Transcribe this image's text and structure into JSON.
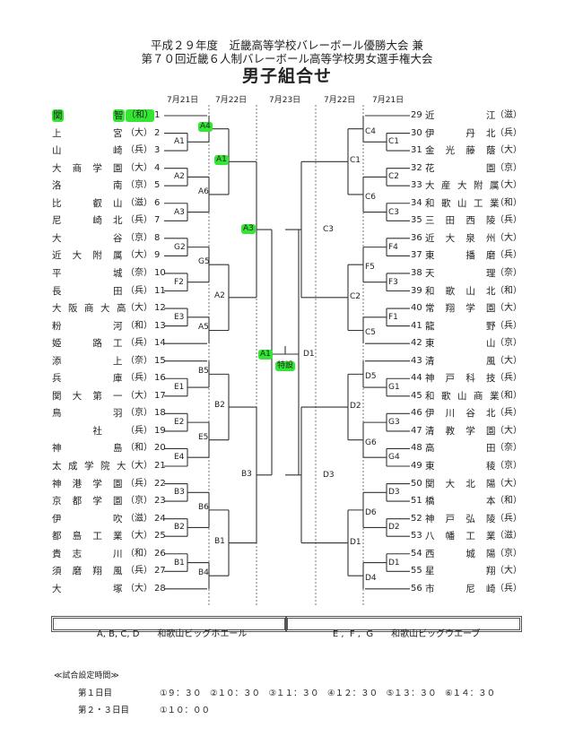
{
  "header": {
    "line1": "平成２９年度　近畿高等学校バレーボール優勝大会 兼",
    "line2": "第７０回近畿６人制バレーボール高等学校男女選手権大会",
    "title": "男子組合せ"
  },
  "day_labels": {
    "left_r1": "7月21日",
    "left_r2": "7月22日",
    "center": "7月23日",
    "right_r2": "7月22日",
    "right_r1": "7月21日"
  },
  "left_teams": [
    {
      "num": "1",
      "chars": [
        "関",
        "",
        "",
        "智"
      ],
      "pref": "(和)",
      "highlight": true
    },
    {
      "num": "2",
      "chars": [
        "上",
        "",
        "",
        "宮"
      ],
      "pref": "(大)"
    },
    {
      "num": "3",
      "chars": [
        "山",
        "",
        "",
        "崎"
      ],
      "pref": "(兵)"
    },
    {
      "num": "4",
      "chars": [
        "大",
        "商",
        "学",
        "園"
      ],
      "pref": "(大)"
    },
    {
      "num": "5",
      "chars": [
        "洛",
        "",
        "",
        "南"
      ],
      "pref": "(京)"
    },
    {
      "num": "6",
      "chars": [
        "比",
        "",
        "叡",
        "山"
      ],
      "pref": "(滋)"
    },
    {
      "num": "7",
      "chars": [
        "尼",
        "",
        "崎",
        "北"
      ],
      "pref": "(兵)"
    },
    {
      "num": "8",
      "chars": [
        "大",
        "",
        "",
        "谷"
      ],
      "pref": "(京)"
    },
    {
      "num": "9",
      "chars": [
        "近",
        "大",
        "附",
        "属"
      ],
      "pref": "(大)"
    },
    {
      "num": "10",
      "chars": [
        "平",
        "",
        "",
        "城"
      ],
      "pref": "(奈)"
    },
    {
      "num": "11",
      "chars": [
        "長",
        "",
        "",
        "田"
      ],
      "pref": "(兵)"
    },
    {
      "num": "12",
      "chars": [
        "大",
        "阪",
        "商",
        "大",
        "高"
      ],
      "pref": "(大)"
    },
    {
      "num": "13",
      "chars": [
        "粉",
        "",
        "",
        "河"
      ],
      "pref": "(和)"
    },
    {
      "num": "14",
      "chars": [
        "姫",
        "",
        "路",
        "工"
      ],
      "pref": "(兵)"
    },
    {
      "num": "15",
      "chars": [
        "添",
        "",
        "",
        "上"
      ],
      "pref": "(奈)"
    },
    {
      "num": "16",
      "chars": [
        "兵",
        "",
        "",
        "庫"
      ],
      "pref": "(兵)"
    },
    {
      "num": "17",
      "chars": [
        "関",
        "大",
        "第",
        "一"
      ],
      "pref": "(大)"
    },
    {
      "num": "18",
      "chars": [
        "鳥",
        "",
        "",
        "羽"
      ],
      "pref": "(京)"
    },
    {
      "num": "19",
      "chars": [
        "",
        "",
        "社",
        ""
      ],
      "pref": "(兵)"
    },
    {
      "num": "20",
      "chars": [
        "神",
        "",
        "",
        "島"
      ],
      "pref": "(和)"
    },
    {
      "num": "21",
      "chars": [
        "太",
        "成",
        "学",
        "院",
        "大"
      ],
      "pref": "(大)"
    },
    {
      "num": "22",
      "chars": [
        "神",
        "港",
        "学",
        "園"
      ],
      "pref": "(兵)"
    },
    {
      "num": "23",
      "chars": [
        "京",
        "都",
        "学",
        "園"
      ],
      "pref": "(京)"
    },
    {
      "num": "24",
      "chars": [
        "伊",
        "",
        "",
        "吹"
      ],
      "pref": "(滋)"
    },
    {
      "num": "25",
      "chars": [
        "都",
        "島",
        "工",
        "業"
      ],
      "pref": "(大)"
    },
    {
      "num": "26",
      "chars": [
        "貴",
        "志",
        "",
        "川"
      ],
      "pref": "(和)"
    },
    {
      "num": "27",
      "chars": [
        "須",
        "磨",
        "翔",
        "風"
      ],
      "pref": "(兵)"
    },
    {
      "num": "28",
      "chars": [
        "大",
        "",
        "",
        "塚"
      ],
      "pref": "(大)"
    }
  ],
  "right_teams": [
    {
      "num": "29",
      "chars": [
        "近",
        "",
        "",
        "江"
      ],
      "pref": "(滋)"
    },
    {
      "num": "30",
      "chars": [
        "伊",
        "",
        "丹",
        "北"
      ],
      "pref": "(兵)"
    },
    {
      "num": "31",
      "chars": [
        "金",
        "光",
        "藤",
        "蔭"
      ],
      "pref": "(大)"
    },
    {
      "num": "32",
      "chars": [
        "花",
        "",
        "",
        "園"
      ],
      "pref": "(京)"
    },
    {
      "num": "33",
      "chars": [
        "大",
        "産",
        "大",
        "附",
        "属"
      ],
      "pref": "(大)"
    },
    {
      "num": "34",
      "chars": [
        "和",
        "歌",
        "山",
        "工",
        "業"
      ],
      "pref": "(和)"
    },
    {
      "num": "35",
      "chars": [
        "三",
        "田",
        "西",
        "陵"
      ],
      "pref": "(兵)"
    },
    {
      "num": "36",
      "chars": [
        "近",
        "大",
        "泉",
        "州"
      ],
      "pref": "(大)"
    },
    {
      "num": "37",
      "chars": [
        "東",
        "",
        "播",
        "磨"
      ],
      "pref": "(兵)"
    },
    {
      "num": "38",
      "chars": [
        "天",
        "",
        "",
        "理"
      ],
      "pref": "(奈)"
    },
    {
      "num": "39",
      "chars": [
        "和",
        "歌",
        "山",
        "北"
      ],
      "pref": "(和)"
    },
    {
      "num": "40",
      "chars": [
        "常",
        "翔",
        "学",
        "園"
      ],
      "pref": "(大)"
    },
    {
      "num": "41",
      "chars": [
        "龍",
        "",
        "",
        "野"
      ],
      "pref": "(兵)"
    },
    {
      "num": "42",
      "chars": [
        "東",
        "",
        "",
        "山"
      ],
      "pref": "(京)"
    },
    {
      "num": "43",
      "chars": [
        "清",
        "",
        "",
        "風"
      ],
      "pref": "(大)"
    },
    {
      "num": "44",
      "chars": [
        "神",
        "戸",
        "科",
        "技"
      ],
      "pref": "(兵)"
    },
    {
      "num": "45",
      "chars": [
        "和",
        "歌",
        "山",
        "商",
        "業"
      ],
      "pref": "(和)"
    },
    {
      "num": "46",
      "chars": [
        "伊",
        "川",
        "谷",
        "北"
      ],
      "pref": "(兵)"
    },
    {
      "num": "47",
      "chars": [
        "清",
        "教",
        "学",
        "園"
      ],
      "pref": "(大)"
    },
    {
      "num": "48",
      "chars": [
        "高",
        "",
        "",
        "田"
      ],
      "pref": "(奈)"
    },
    {
      "num": "49",
      "chars": [
        "東",
        "",
        "",
        "稜"
      ],
      "pref": "(京)"
    },
    {
      "num": "50",
      "chars": [
        "関",
        "大",
        "北",
        "陽"
      ],
      "pref": "(大)"
    },
    {
      "num": "51",
      "chars": [
        "橋",
        "",
        "",
        "本"
      ],
      "pref": "(和)"
    },
    {
      "num": "52",
      "chars": [
        "神",
        "戸",
        "弘",
        "陵"
      ],
      "pref": "(兵)"
    },
    {
      "num": "53",
      "chars": [
        "八",
        "幡",
        "工",
        "業"
      ],
      "pref": "(滋)"
    },
    {
      "num": "54",
      "chars": [
        "西",
        "",
        "城",
        "陽"
      ],
      "pref": "(京)"
    },
    {
      "num": "55",
      "chars": [
        "星",
        "",
        "",
        "翔"
      ],
      "pref": "(大)"
    },
    {
      "num": "56",
      "chars": [
        "市",
        "",
        "尼",
        "崎"
      ],
      "pref": "(兵)"
    }
  ],
  "match_labels": {
    "r1_left": [
      "A1",
      "A2",
      "A3",
      "G2",
      "F2",
      "E3",
      "E1",
      "E2",
      "E4",
      "B3",
      "B2",
      "B1"
    ],
    "r2_left": [
      "A4",
      "A6",
      "G5",
      "A5",
      "B5",
      "E5",
      "B6",
      "B4"
    ],
    "qf_left": [
      "A1",
      "A2",
      "B2",
      "B1"
    ],
    "sf_left": [
      "A3",
      "B3"
    ],
    "final_left": "A1",
    "final_right": "D1",
    "special": "特設",
    "sf_right": [
      "C3",
      "D3"
    ],
    "qf_right": [
      "C1",
      "C2",
      "D2",
      "D1"
    ],
    "r2_right": [
      "C4",
      "C6",
      "F5",
      "C5",
      "D5",
      "G6",
      "D6",
      "D4"
    ],
    "r1_right": [
      "C1",
      "C2",
      "C3",
      "F4",
      "F3",
      "F1",
      "G1",
      "G3",
      "G4",
      "D3",
      "D2",
      "D1"
    ]
  },
  "venues": [
    {
      "courts": "A, B, C, D",
      "name": "和歌山ビッグホエール"
    },
    {
      "courts": "E ,  F ,  G",
      "name": "和歌山ビッグウエーブ"
    }
  ],
  "schedule": {
    "heading": "≪試合設定時間≫",
    "rows": [
      {
        "label": "第１日目",
        "times": "①９：３０　②１０：３０　③１１：３０　④１２：３０　⑤１３：３０　⑥１４：３０"
      },
      {
        "label": "第２・３日目",
        "times": "①１０：００"
      }
    ]
  },
  "colors": {
    "highlight": "#33e633",
    "line": "#333333"
  }
}
